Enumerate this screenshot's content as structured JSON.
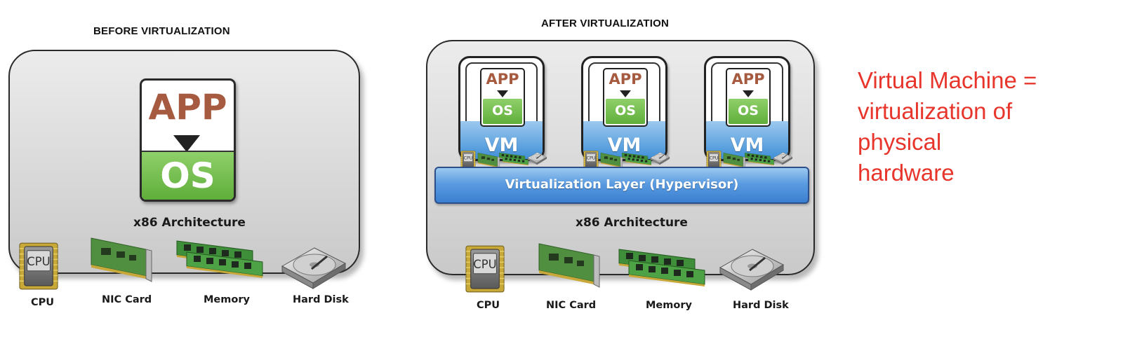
{
  "before": {
    "title": "BEFORE VIRTUALIZATION",
    "app_label": "APP",
    "os_label": "OS",
    "architecture": "x86 Architecture",
    "hardware": [
      "CPU",
      "NIC Card",
      "Memory",
      "Hard Disk"
    ]
  },
  "after": {
    "title": "AFTER VIRTUALIZATION",
    "vms": [
      {
        "app_label": "APP",
        "os_label": "OS",
        "vm_label": "VM"
      },
      {
        "app_label": "APP",
        "os_label": "OS",
        "vm_label": "VM"
      },
      {
        "app_label": "APP",
        "os_label": "OS",
        "vm_label": "VM"
      }
    ],
    "hypervisor": "Virtualization Layer (Hypervisor)",
    "architecture": "x86 Architecture",
    "hardware": [
      "CPU",
      "NIC Card",
      "Memory",
      "Hard Disk"
    ]
  },
  "note": {
    "lines": [
      "Virtual Machine =",
      "virtualization of",
      "physical",
      "hardware"
    ]
  },
  "colors": {
    "note_text": "#e8352b",
    "app_text": "#a65a3f",
    "os_green": "#5fae3a",
    "vm_blue": "#3f8fd7",
    "hypervisor_blue": "#3a7fd1"
  },
  "icons": {
    "cpu": "cpu-chip-icon",
    "nic": "nic-card-icon",
    "memory": "memory-module-icon",
    "disk": "hard-disk-icon"
  }
}
